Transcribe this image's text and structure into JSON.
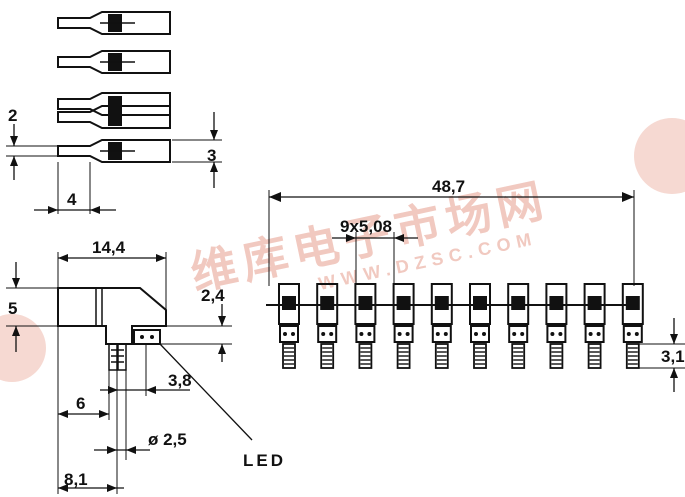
{
  "watermark": {
    "chars": "维库电子市场网",
    "url": "WWW.DZSC.COM"
  },
  "top_view": {
    "pitch_dim": "2",
    "height_dim": "3",
    "width_dim": "4"
  },
  "side_view": {
    "length_dim": "14,4",
    "height_dim": "5",
    "led_offset_dim": "2,4",
    "led_pos_dim": "3,8",
    "pin_dim": "6",
    "led_diameter_dim": "ø 2,5",
    "overall_dim": "8,1",
    "led_callout": "LED"
  },
  "front_view": {
    "overall_dim": "48,7",
    "pitch_dim": "9x5,08",
    "pin_length_dim": "3,1",
    "positions": 10
  }
}
